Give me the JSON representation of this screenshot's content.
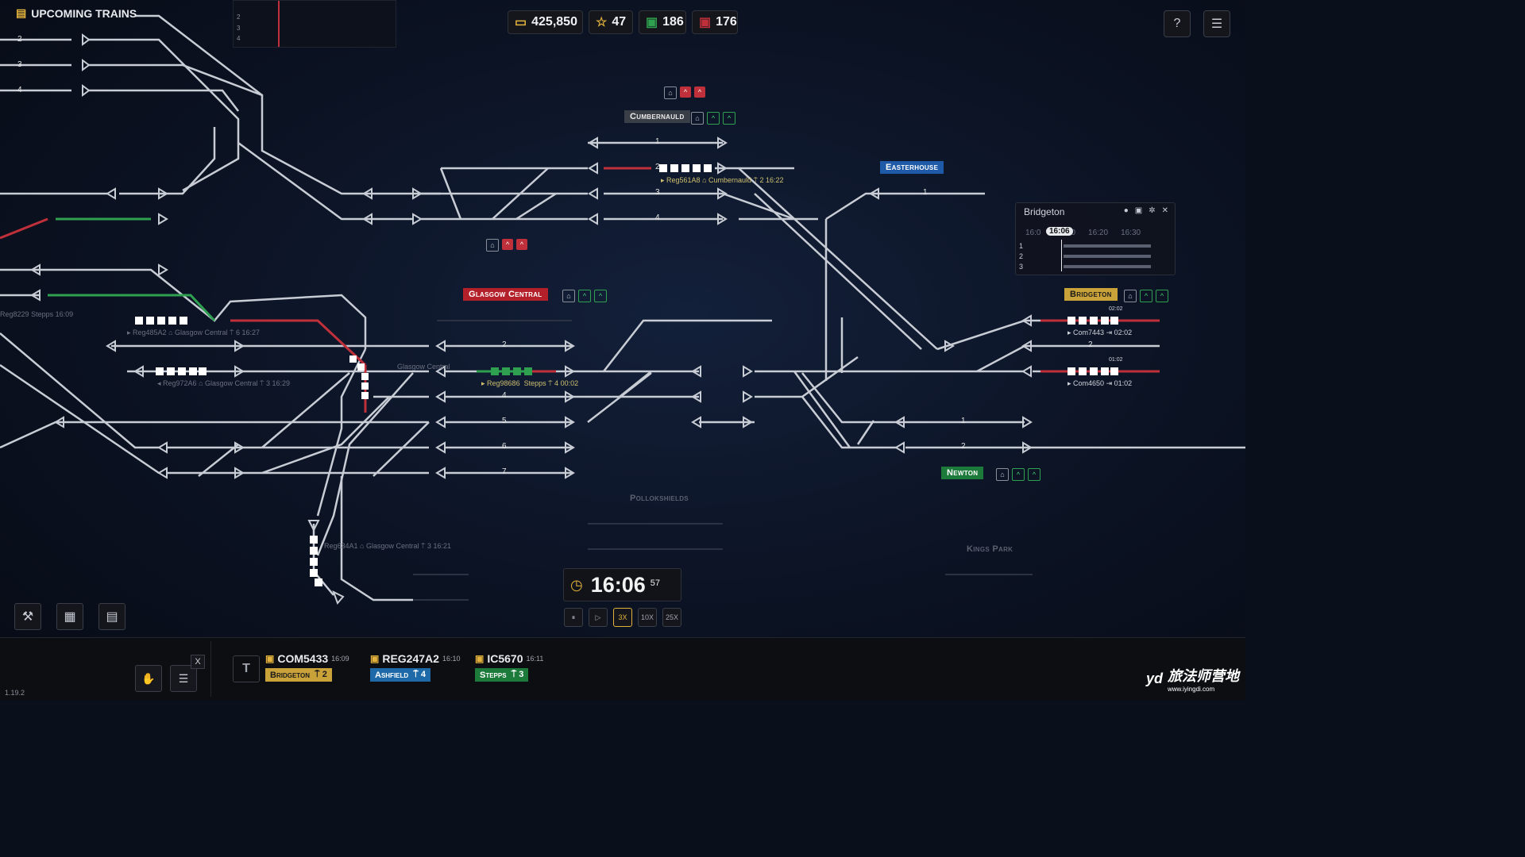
{
  "hud": {
    "money": "425,850",
    "stars": "47",
    "trains_a": "186",
    "trains_b": "176"
  },
  "top_buttons": {
    "help": "?",
    "menu": "☰"
  },
  "stations": {
    "cumbernauld": "Cumbernauld",
    "easterhouse": "Easterhouse",
    "glasgow_central": "Glasgow Central",
    "bridgeton": "Bridgeton",
    "newton": "Newton",
    "pollokshields": "Pollokshields",
    "kings_park": "Kings Park"
  },
  "platform_numbers": {
    "cumb": [
      "1",
      "2",
      "3",
      "4"
    ],
    "glasgow": [
      "2",
      "4",
      "5",
      "6",
      "7"
    ],
    "east": [
      "1"
    ],
    "bridgeton": [
      "2"
    ],
    "newton": [
      "1",
      "2"
    ]
  },
  "left_track_numbers": [
    "2",
    "3",
    "4"
  ],
  "train_labels": {
    "reg561a8": "Reg561A8",
    "reg561a8_dest": "Cumbernauld",
    "reg561a8_plat": "2",
    "reg561a8_time": "16:22",
    "reg485a2": "Reg485A2",
    "reg485a2_dest": "Glasgow Central",
    "reg485a2_plat": "6",
    "reg485a2_time": "16:27",
    "reg972a6": "Reg972A6",
    "reg972a6_dest": "Glasgow Central",
    "reg972a6_plat": "3",
    "reg972a6_time": "16:29",
    "reg98686": "Reg98686",
    "reg98686_dest": "Stepps",
    "reg98686_plat": "4",
    "reg98686_time": "00:02",
    "reg634a1": "Reg634A1",
    "reg634a1_dest": "Glasgow Central",
    "reg634a1_plat": "3",
    "reg634a1_time": "16:21",
    "com7443": "Com7443",
    "com7443_time": "02:02",
    "com4650": "Com4650",
    "com4650_time": "01:02",
    "glasgow_central_partial": "Glasgow Central",
    "reg_partial": "Reg8229",
    "stepps_partial": "Stepps",
    "time_partial": "16:09",
    "dep_top": "02:02",
    "dep_bot": "01:02"
  },
  "timetable_panel": {
    "title": "Bridgeton",
    "times": [
      "16:0",
      "0",
      "16:20",
      "16:30"
    ],
    "now": "16:06",
    "rows": [
      "1",
      "2",
      "3"
    ]
  },
  "mini_timetable": {
    "rows": [
      "2",
      "3",
      "4"
    ]
  },
  "clock": {
    "time": "16:06",
    "seconds": "57"
  },
  "speed": {
    "pause": "⏸",
    "play": "▷",
    "x3": "3X",
    "x10": "10X",
    "x25": "25X",
    "active": "3X"
  },
  "upcoming": {
    "title": "UPCOMING TRAINS",
    "close": "X",
    "t_button": "T",
    "trains": [
      {
        "id": "COM5433",
        "time": "16:09",
        "dest": "Bridgeton",
        "plat": "2",
        "color": "#c9a23a",
        "text": "#1a1a1a"
      },
      {
        "id": "REG247A2",
        "time": "16:10",
        "dest": "Ashfield",
        "plat": "4",
        "color": "#1e6aa8",
        "text": "#ffffff"
      },
      {
        "id": "IC5670",
        "time": "16:11",
        "dest": "Stepps",
        "plat": "3",
        "color": "#1c7a3a",
        "text": "#ffffff"
      }
    ]
  },
  "version": "1.19.2",
  "watermark": {
    "logo": "yd",
    "name": "旅法师营地",
    "url": "www.iyingdi.com"
  },
  "colors": {
    "accent": "#e3b23c",
    "track": "#c8ccd4",
    "red_route": "#c0303a",
    "green_route": "#2fa050"
  },
  "icons": {
    "money": "wallet-icon",
    "stars": "star-icon",
    "train_green": "train-green-icon",
    "train_red": "train-red-icon",
    "clock": "clock-icon",
    "upcoming": "schedule-icon",
    "depot": "depot-icon"
  }
}
